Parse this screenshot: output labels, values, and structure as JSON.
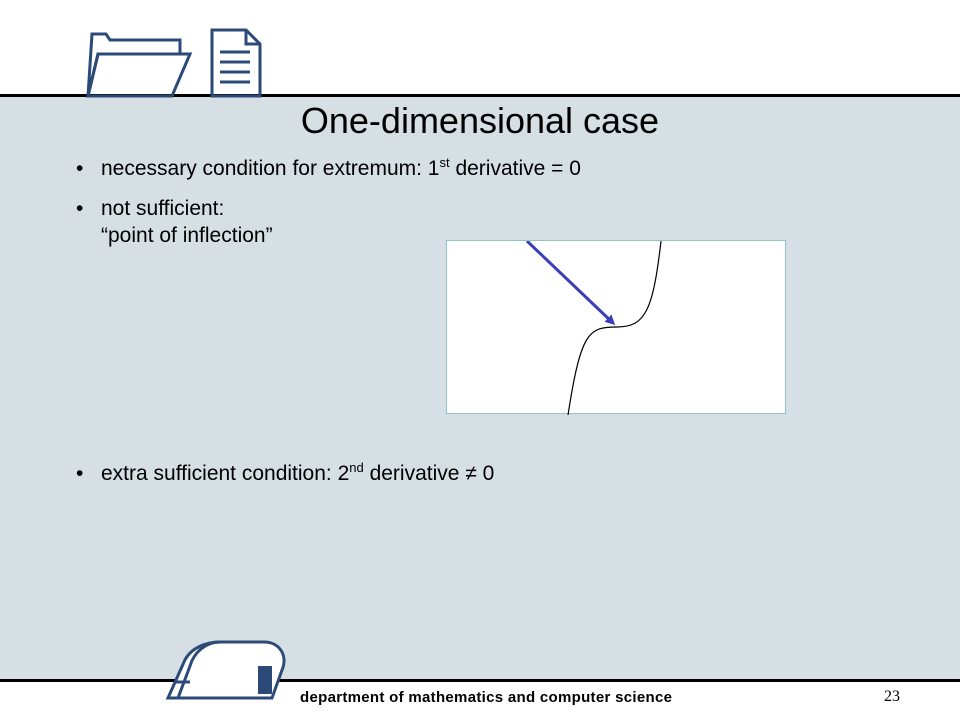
{
  "slide": {
    "title": "One-dimensional case",
    "bullets": [
      {
        "text_before": "necessary condition for extremum: 1",
        "sup": "st",
        "text_after": " derivative = 0"
      },
      {
        "line1": "not sufficient:",
        "line2": "“point of inflection”"
      },
      {
        "text_before": "extra sufficient condition: 2",
        "sup": "nd",
        "text_after": " derivative ≠ 0"
      }
    ],
    "bullet_char": "•",
    "footer": "department of mathematics and computer science",
    "page_number": "23"
  },
  "icons": {
    "top_logo": [
      "folder-icon",
      "document-icon"
    ],
    "bottom_logo": "mailbox-icon"
  },
  "colors": {
    "panel_background": "#d5dfe4",
    "arrow": "#3a3fb8",
    "figure_border": "#8fc7c9"
  }
}
